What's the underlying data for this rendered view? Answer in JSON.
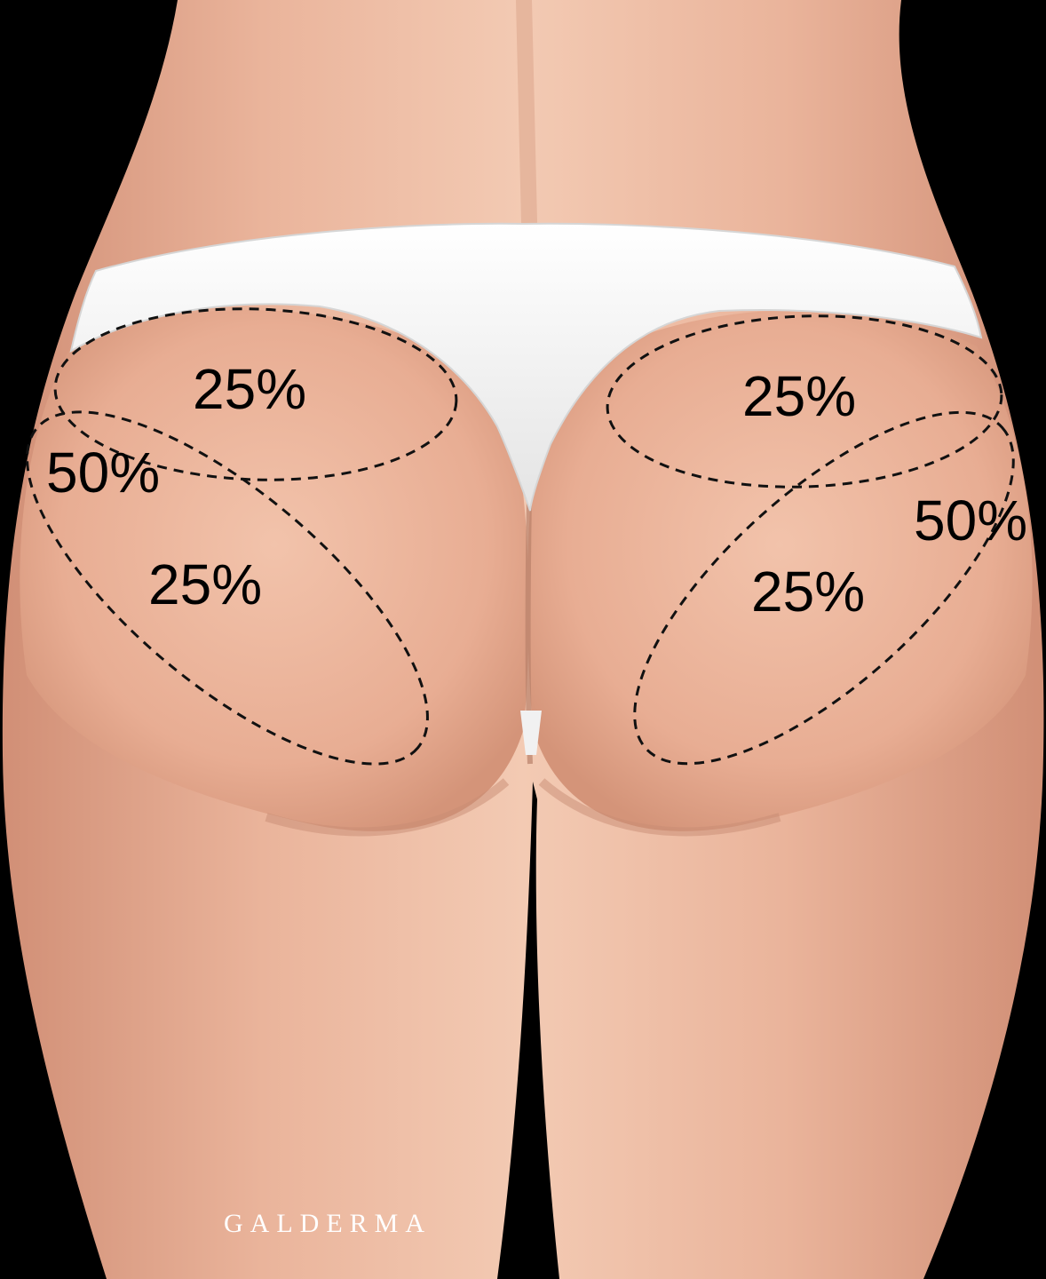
{
  "colors": {
    "background": "#000000",
    "skin_light": "#f2c8b0",
    "skin_mid": "#e6ac92",
    "skin_shadow": "#c98a72",
    "garment": "#f7f7f7",
    "garment_shadow": "#d9d9d9",
    "outline": "#111111",
    "label": "#000000",
    "brand": "#ffffff"
  },
  "zones": {
    "left_upper": {
      "label": "25%"
    },
    "left_lower": {
      "label": "25%"
    },
    "left_outer": {
      "label": "50%"
    },
    "right_upper": {
      "label": "25%"
    },
    "right_lower": {
      "label": "25%"
    },
    "right_outer": {
      "label": "50%"
    }
  },
  "brand": {
    "text": "GALDERMA"
  }
}
